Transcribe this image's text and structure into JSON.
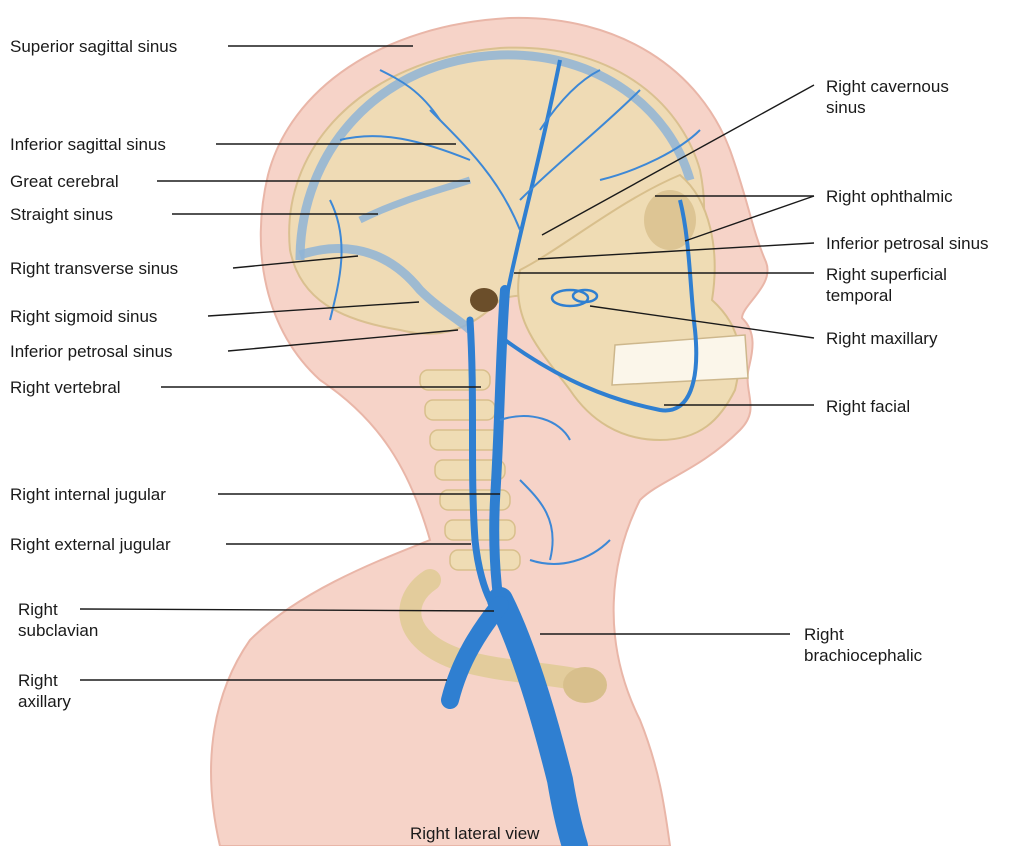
{
  "labels_left": {
    "superior_sagittal_sinus": "Superior sagittal sinus",
    "inferior_sagittal_sinus": "Inferior sagittal sinus",
    "great_cerebral": "Great cerebral",
    "straight_sinus": "Straight sinus",
    "right_transverse_sinus": "Right transverse sinus",
    "right_sigmoid_sinus": "Right sigmoid sinus",
    "inferior_petrosal_sinus": "Inferior petrosal sinus",
    "right_vertebral": "Right vertebral",
    "right_internal_jugular": "Right internal jugular",
    "right_external_jugular": "Right external jugular",
    "right_subclavian_line1": "Right",
    "right_subclavian_line2": "subclavian",
    "right_axillary_line1": "Right",
    "right_axillary_line2": "axillary"
  },
  "labels_right": {
    "right_cavernous_sinus_line1": "Right cavernous",
    "right_cavernous_sinus_line2": "sinus",
    "right_ophthalmic": "Right ophthalmic",
    "inferior_petrosal_sinus": "Inferior petrosal sinus",
    "right_superficial_temporal_line1": "Right superficial",
    "right_superficial_temporal_line2": "temporal",
    "right_maxillary": "Right maxillary",
    "right_facial": "Right facial",
    "right_brachiocephalic_line1": "Right",
    "right_brachiocephalic_line2": "brachiocephalic"
  },
  "caption": "Right lateral view",
  "colors": {
    "skin": "#f6d3c8",
    "skin_edge": "#e9b6a8",
    "bone": "#efdcb4",
    "bone_shadow": "#d8bf8c",
    "vein": "#2f7fd1",
    "vein_light": "#6aa9e8",
    "sinus": "#8fb4d6"
  }
}
